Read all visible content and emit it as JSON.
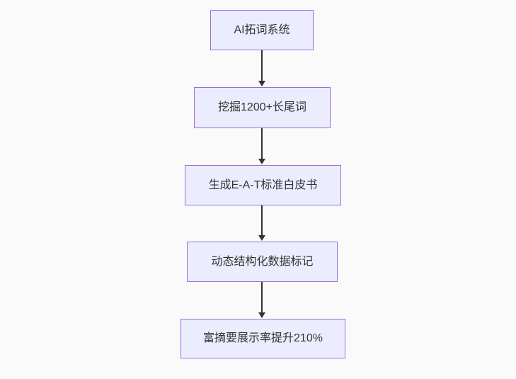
{
  "diagram": {
    "type": "flowchart",
    "direction": "top-down",
    "nodes": [
      {
        "id": "n1",
        "label": "AI拓词系统"
      },
      {
        "id": "n2",
        "label": "挖掘1200+长尾词"
      },
      {
        "id": "n3",
        "label": "生成E-A-T标准白皮书"
      },
      {
        "id": "n4",
        "label": "动态结构化数据标记"
      },
      {
        "id": "n5",
        "label": "富摘要展示率提升210%"
      }
    ],
    "edges": [
      {
        "from": "n1",
        "to": "n2",
        "label": ""
      },
      {
        "from": "n2",
        "to": "n3",
        "label": ""
      },
      {
        "from": "n3",
        "to": "n4",
        "label": ""
      },
      {
        "from": "n4",
        "to": "n5",
        "label": ""
      }
    ],
    "colors": {
      "background": "#fafafa",
      "node_fill": "#ECECFF",
      "node_border": "#9370DB",
      "arrow": "#333333",
      "text": "#333333"
    }
  }
}
